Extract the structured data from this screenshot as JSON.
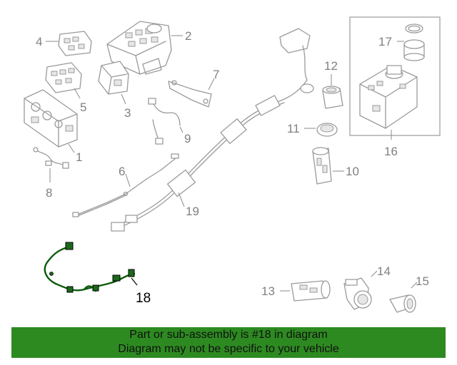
{
  "callouts": {
    "c1": "1",
    "c2": "2",
    "c3": "3",
    "c4": "4",
    "c5": "5",
    "c6": "6",
    "c7": "7",
    "c8": "8",
    "c9": "9",
    "c10": "10",
    "c11": "11",
    "c12": "12",
    "c13": "13",
    "c14": "14",
    "c15": "15",
    "c16": "16",
    "c17": "17",
    "c18": "18",
    "c19": "19"
  },
  "banner": {
    "line1": "Part or sub-assembly is #18 in diagram",
    "line2": "Diagram may not be specific to your vehicle",
    "color": "#2d8a21"
  },
  "highlight": {
    "part": "18",
    "color": "#0b5a0b"
  }
}
